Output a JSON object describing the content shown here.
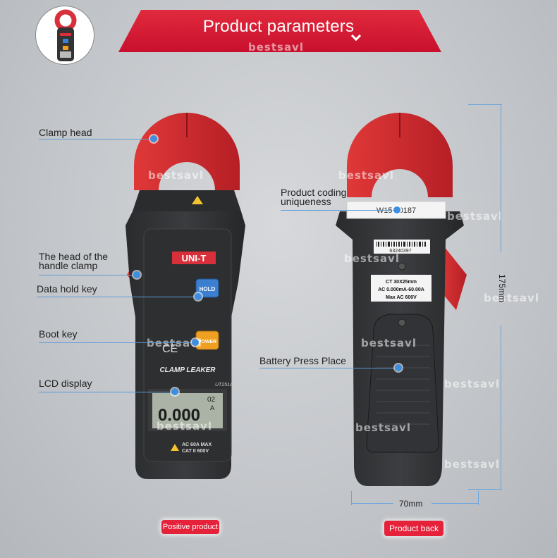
{
  "header": {
    "title": "Product parameters"
  },
  "watermark": "bestsavl",
  "callouts": {
    "clamp_head": "Clamp head",
    "handle_clamp": "The head of the handle clamp",
    "data_hold_key": "Data hold key",
    "boot_key": "Boot key",
    "lcd_display": "LCD display",
    "product_coding": "Product coding uniqueness",
    "battery_press": "Battery Press Place"
  },
  "dimensions": {
    "height": "175mm",
    "width": "70mm"
  },
  "buttons": {
    "front": "Positive product",
    "back": "Product back"
  },
  "device_front": {
    "brand": "UNI-T",
    "hold_label": "HOLD",
    "power_label": "POWER",
    "ce": "CE",
    "model_name": "CLAMP LEAKER",
    "model_number": "UT251A",
    "lcd_reading": "0.000",
    "lcd_small": "02",
    "lcd_unit": "A",
    "rating_line1": "AC 60A MAX",
    "rating_line2": "CAT II 600V"
  },
  "device_back": {
    "serial": "W15  00187",
    "barcode_number": "63240397",
    "spec_line1": "CT 30X25mm",
    "spec_line2": "AC 0.000mA-60.00A",
    "spec_line3": "Max AC 600V"
  }
}
